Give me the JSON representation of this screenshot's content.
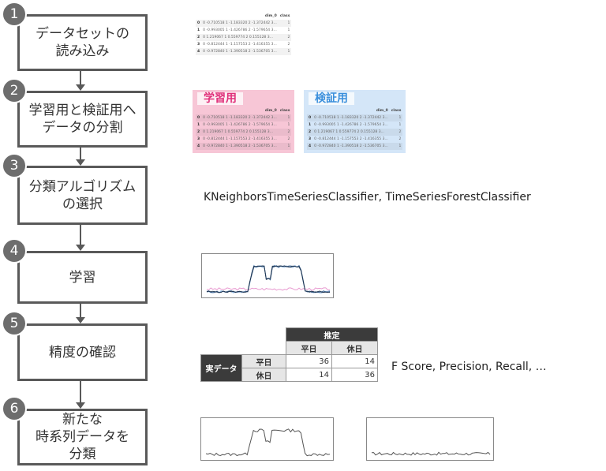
{
  "steps": [
    {
      "num": "1",
      "label": "データセットの\n読み込み"
    },
    {
      "num": "2",
      "label": "学習用と検証用へ\nデータの分割"
    },
    {
      "num": "3",
      "label": "分類アルゴリズム\nの選択"
    },
    {
      "num": "4",
      "label": "学習"
    },
    {
      "num": "5",
      "label": "精度の確認"
    },
    {
      "num": "6",
      "label": "新たな\n時系列データを\n分類"
    }
  ],
  "dataframe": {
    "headers": [
      "",
      "dim_0",
      "class"
    ],
    "rows": [
      {
        "i": "0",
        "dim": "0 -0.710518 1 -1.183320 2 -1.372442 3...",
        "cls": "1"
      },
      {
        "i": "1",
        "dim": "0 -0.993005 1 -1.426786 2 -1.579654 3...",
        "cls": "1"
      },
      {
        "i": "2",
        "dim": "0 1.219067 1 0.559774 2 0.155128 3...",
        "cls": "2"
      },
      {
        "i": "3",
        "dim": "0 -0.812444 1 -1.157553 2 -1.416355 3...",
        "cls": "2"
      },
      {
        "i": "4",
        "dim": "0 -0.972840 1 -1.390518 2 -1.536705 3...",
        "cls": "1"
      }
    ]
  },
  "split": {
    "train_label": "学習用",
    "test_label": "検証用",
    "train_color": "#f7c6d6",
    "test_color": "#d4e6f8",
    "train_text_color": "#e0307a",
    "test_text_color": "#3a8fdc"
  },
  "algorithms": "KNeighborsTimeSeriesClassifier, TimeSeriesForestClassifier",
  "confusion": {
    "pred_header": "推定",
    "actual_header": "実データ",
    "classes": [
      "平日",
      "休日"
    ],
    "values": [
      [
        "36",
        "14"
      ],
      [
        "14",
        "36"
      ]
    ]
  },
  "metrics": "F Score, Precision, Recall, …"
}
